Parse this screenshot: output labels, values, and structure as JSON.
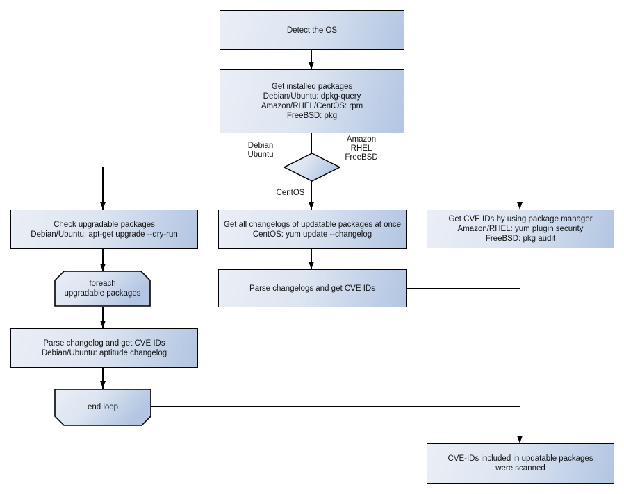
{
  "diagram": {
    "colors": {
      "node_fill_light": "#eaeef6",
      "node_fill_dark": "#b2c5e2",
      "node_border": "#000000",
      "background": "#ffffff",
      "text": "#121212"
    },
    "nodes": {
      "detect_os": {
        "lines": [
          "Detect the OS"
        ]
      },
      "get_installed_packages": {
        "lines": [
          "Get installed packages",
          "Debian/Ubuntu: dpkg-query",
          "Amazon/RHEL/CentOS: rpm",
          "FreeBSD: pkg"
        ]
      },
      "check_upgradable_packages": {
        "lines": [
          "Check upgradable packages",
          "Debian/Ubuntu: apt-get upgrade --dry-run"
        ]
      },
      "foreach_loop": {
        "lines": [
          "foreach",
          "upgradable packages"
        ]
      },
      "parse_changelog_debian": {
        "lines": [
          "Parse changelog and get CVE IDs",
          "Debian/Ubuntu: aptitude changelog"
        ]
      },
      "end_loop": {
        "lines": [
          "end loop"
        ]
      },
      "get_all_changelogs": {
        "lines": [
          "Get all changelogs of updatable packages at once",
          "CentOS: yum update --changelog"
        ]
      },
      "parse_changelogs_centos": {
        "lines": [
          "Parse changelogs and get CVE IDs"
        ]
      },
      "get_cve_ids_pkg_manager": {
        "lines": [
          "Get CVE IDs by using package manager",
          "Amazon/RHEL: yum plugin security",
          "FreeBSD: pkg audit"
        ]
      },
      "result_scanned": {
        "lines": [
          "CVE-IDs included in updatable packages",
          "were scanned"
        ]
      }
    },
    "edge_labels": {
      "left_branch": [
        "Debian",
        "Ubuntu"
      ],
      "right_branch": [
        "Amazon",
        "RHEL",
        "FreeBSD"
      ],
      "down_branch": "CentOS"
    }
  }
}
